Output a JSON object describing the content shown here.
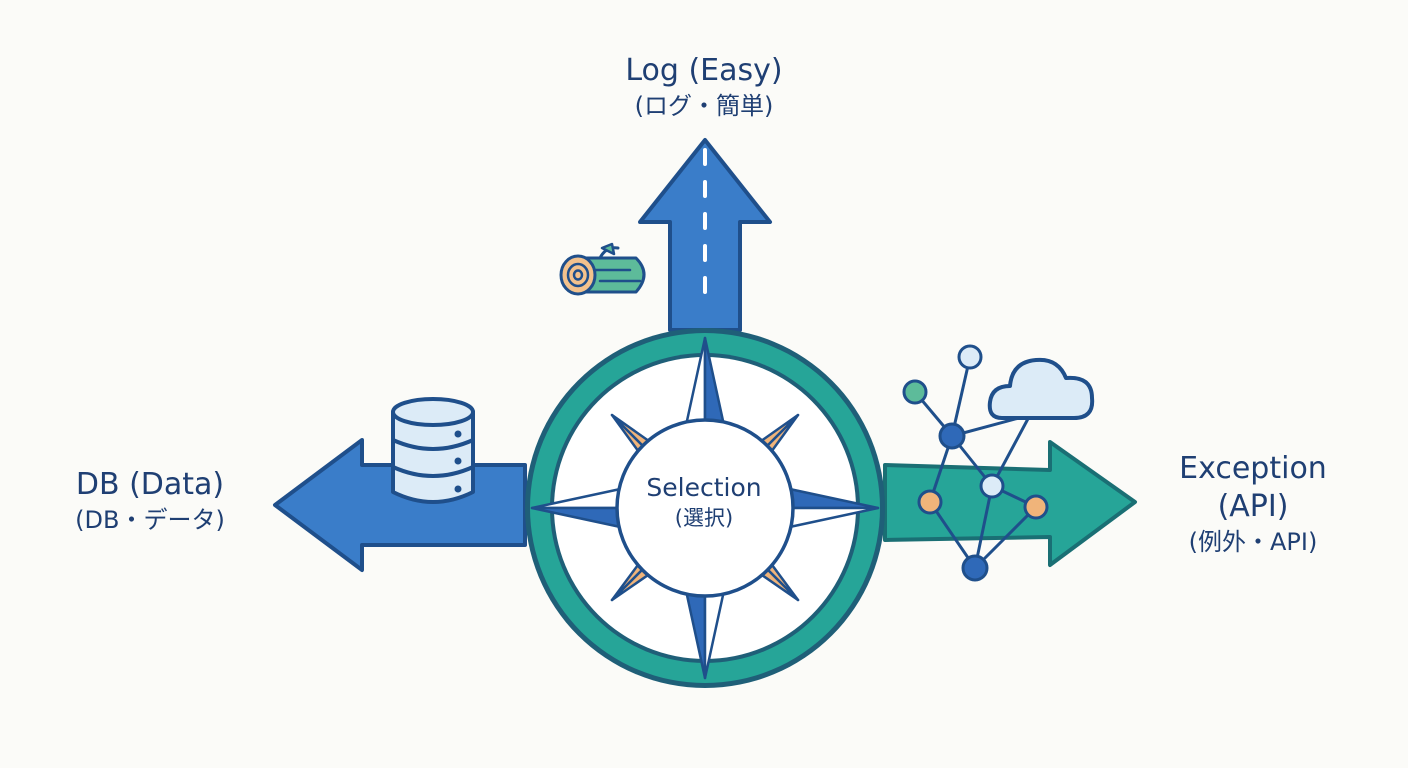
{
  "colors": {
    "blue": "#3a7dc9",
    "navy": "#1f4f8b",
    "teal": "#26a598",
    "teal_dark": "#1a6f74",
    "orange": "#f0b47a",
    "cloud": "#dcebf7",
    "ink": "#1f3f73",
    "wood": "#f3c28d",
    "leaf": "#5dbb9a"
  },
  "labels": {
    "top": {
      "main": "Log (Easy)",
      "sub": "(ログ・簡単)"
    },
    "left": {
      "main": "DB (Data)",
      "sub": "(DB・データ)"
    },
    "right": {
      "main": "Exception",
      "main2": "(API)",
      "sub": "(例外・API)"
    },
    "center": {
      "main": "Selection",
      "sub": "(選択)"
    }
  },
  "icons": [
    "log-icon",
    "database-icon",
    "cloud-icon",
    "network-graph-icon",
    "compass-rose-icon"
  ]
}
